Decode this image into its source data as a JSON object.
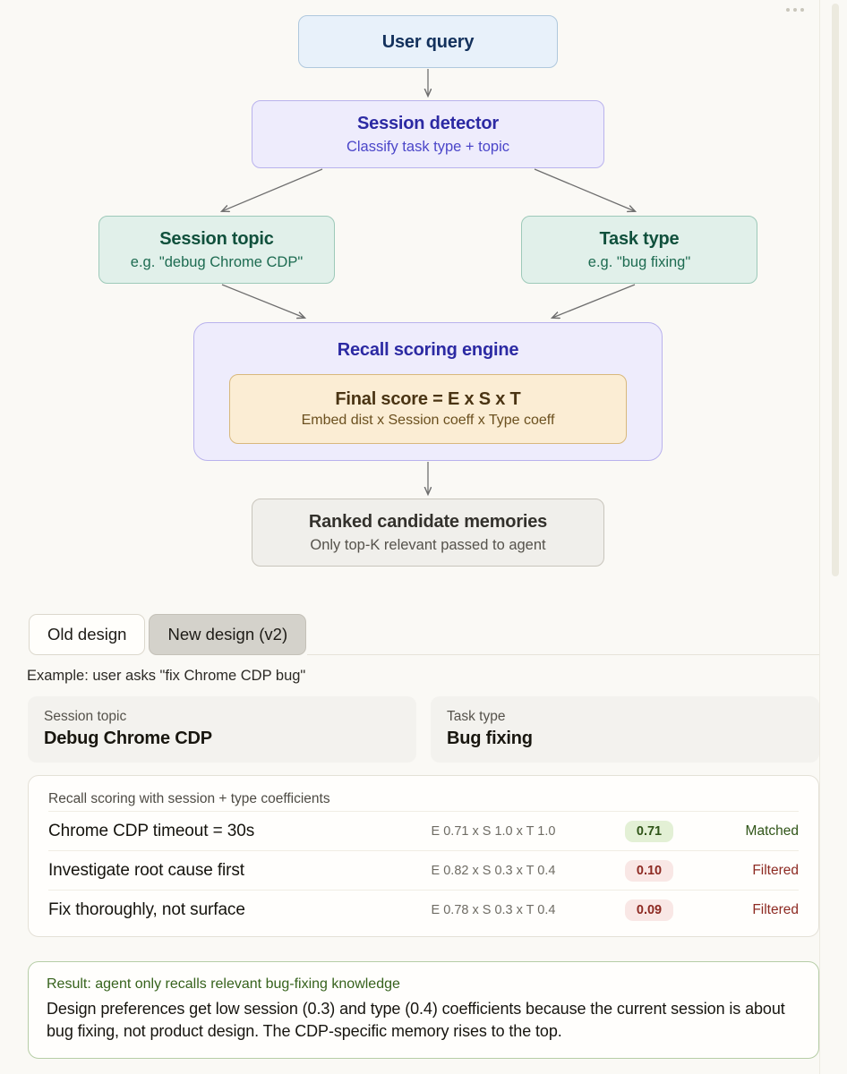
{
  "menu": {
    "kebab_label": "..."
  },
  "diagram": {
    "nodes": [
      {
        "title": "User query",
        "subtitle": ""
      },
      {
        "title": "Session detector",
        "subtitle": "Classify task type + topic"
      },
      {
        "title": "Session topic",
        "subtitle": "e.g. \"debug Chrome CDP\""
      },
      {
        "title": "Task type",
        "subtitle": "e.g. \"bug fixing\""
      },
      {
        "title": "Recall scoring engine",
        "subtitle": ""
      },
      {
        "title": "Ranked candidate memories",
        "subtitle": "Only top-K relevant passed to agent"
      }
    ],
    "formula": {
      "main": "Final score = E x S x T",
      "expanded": "Embed dist x Session coeff x Type coeff"
    }
  },
  "tabs": [
    {
      "label": "Old design",
      "active": false
    },
    {
      "label": "New design (v2)",
      "active": true
    }
  ],
  "example_line": "Example: user asks \"fix Chrome CDP bug\"",
  "context_cards": [
    {
      "key": "Session topic",
      "value": "Debug Chrome CDP"
    },
    {
      "key": "Task type",
      "value": "Bug fixing"
    }
  ],
  "scoring_table": {
    "title": "Recall scoring with session + type coefficients",
    "rows": [
      {
        "label": "Chrome CDP timeout = 30s",
        "formula": "E 0.71 x S 1.0 x T 1.0",
        "score": "0.71",
        "status": "Matched",
        "state": "good"
      },
      {
        "label": "Investigate root cause first",
        "formula": "E 0.82 x S 0.3 x T 0.4",
        "score": "0.10",
        "status": "Filtered",
        "state": "bad"
      },
      {
        "label": "Fix thoroughly, not surface",
        "formula": "E 0.78 x S 0.3 x T 0.4",
        "score": "0.09",
        "status": "Filtered",
        "state": "bad"
      }
    ]
  },
  "result": {
    "headline": "Result: agent only recalls relevant bug-fixing knowledge",
    "body": "Design preferences get low session (0.3) and type (0.4) coefficients because the current session is about bug fixing, not product design. The CDP-specific memory rises to the top."
  },
  "colors": {
    "background": "#faf9f5",
    "query_fill": "#e8f1fa",
    "detector_fill": "#eeecfc",
    "topic_fill": "#e1f0ea",
    "formula_fill": "#fbedd4",
    "ranked_fill": "#f0efeb",
    "good": "#2f5417",
    "bad": "#8d2a22"
  }
}
